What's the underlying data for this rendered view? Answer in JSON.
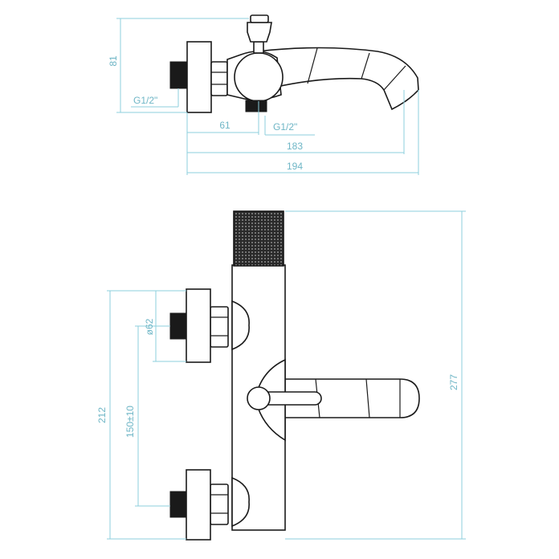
{
  "colors": {
    "outline": "#1a1a1a",
    "dimension": "#8ecfdc",
    "dimension_text": "#6fb6c6",
    "background": "#ffffff"
  },
  "side_view": {
    "dim_height": "81",
    "dim_inlet_thread": "G1/2\"",
    "dim_outlet_offset": "61",
    "dim_outlet_thread": "G1/2\"",
    "dim_spout_length": "183",
    "dim_total_length": "194"
  },
  "front_view": {
    "dim_eccentric_diameter": "ø62",
    "dim_centers": "150±10",
    "dim_outer_height": "212",
    "dim_total_height": "277"
  }
}
